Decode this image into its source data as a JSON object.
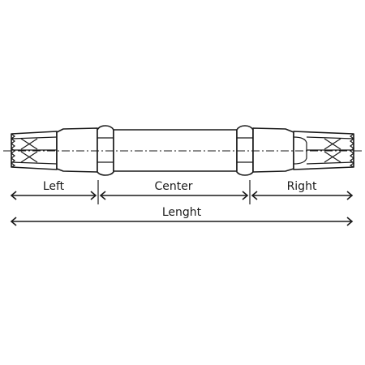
{
  "labels": {
    "left": "Left",
    "center": "Center",
    "right": "Right",
    "length": "Lenght"
  },
  "colors": {
    "ink": "#1a1a1a",
    "background": "#ffffff"
  }
}
